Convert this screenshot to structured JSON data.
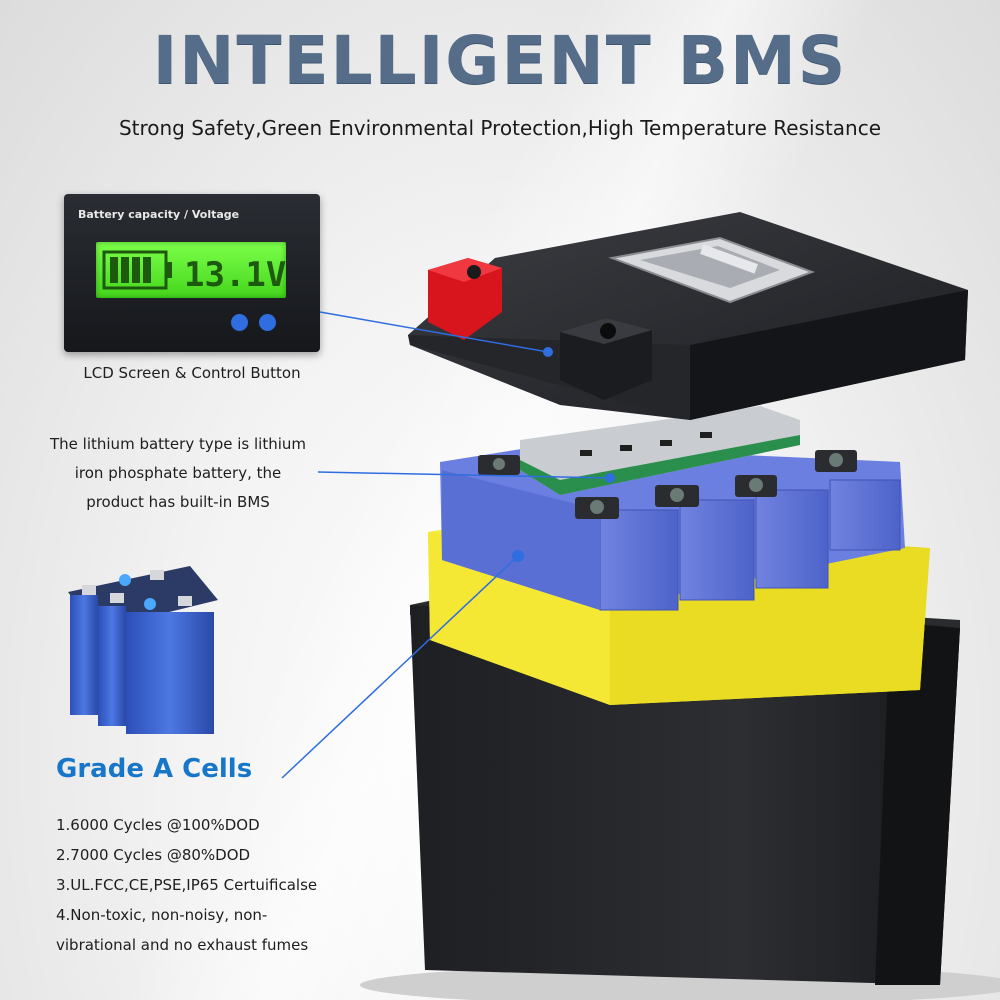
{
  "header": {
    "title": "INTELLIGENT BMS",
    "subtitle": "Strong Safety,Green Environmental Protection,High Temperature Resistance"
  },
  "lcd": {
    "label": "Battery capacity / Voltage",
    "reading": "13.1V"
  },
  "captions": {
    "lcd": "LCD Screen & Control Button",
    "lithium_lines": [
      "The lithium battery type is lithium",
      "iron phosphate battery, the",
      "product has built-in BMS"
    ]
  },
  "cells": {
    "heading": "Grade A Cells",
    "features": [
      "1.6000 Cycles @100%DOD",
      "2.7000 Cycles @80%DOD",
      "3.UL.FCC,CE,PSE,IP65 Certuificalse",
      "4.Non-toxic, non-noisy, non-",
      "vibrational and no exhaust fumes"
    ]
  },
  "colors": {
    "title": "#566d8a",
    "accent_blue": "#1876c9",
    "lcd_green": "#5cf030",
    "cell_blue": "#5b74d6",
    "sleeve_yellow": "#f2e623",
    "terminal_red": "#d8141c",
    "callout_line": "#2f6de0"
  }
}
